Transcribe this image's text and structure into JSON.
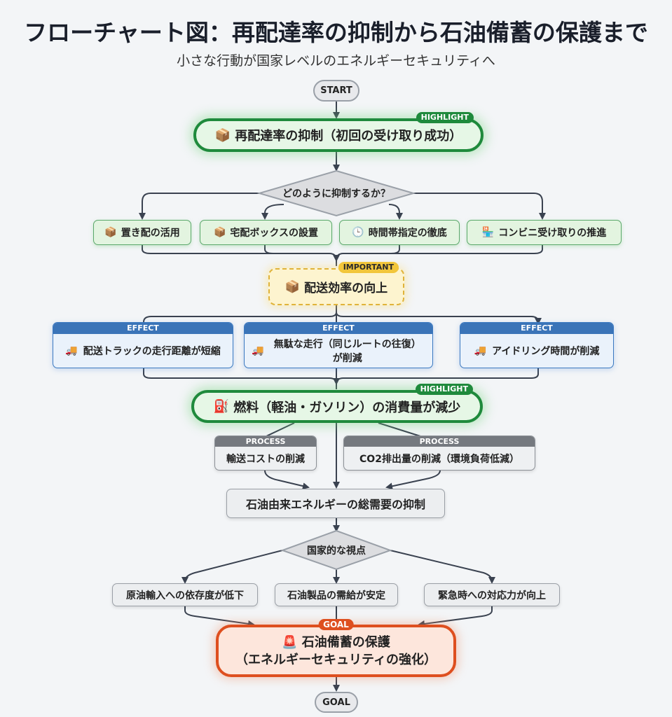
{
  "title": "フローチャート図：再配達率の抑制から石油備蓄の保護まで",
  "subtitle": "小さな行動が国家レベルのエネルギーセキュリティへ",
  "colors": {
    "highlight": "#1f8a3c",
    "important": "#f2c63b",
    "effect": "#3a74b8",
    "process": "#75797f",
    "goal": "#de4f1f",
    "background": "#f3f5f7"
  },
  "start": {
    "label": "START"
  },
  "step1": {
    "tag": "HIGHLIGHT",
    "icon": "package-icon",
    "glyph": "📦",
    "label": "再配達率の抑制（初回の受け取り成功）"
  },
  "decision1": {
    "label": "どのように抑制するか？"
  },
  "options": [
    {
      "icon": "person-package-icon",
      "glyph": "📦",
      "label": "置き配の活用"
    },
    {
      "icon": "package-icon",
      "glyph": "📦",
      "label": "宅配ボックスの設置"
    },
    {
      "icon": "clock-icon",
      "glyph": "🕒",
      "label": "時間帯指定の徹底"
    },
    {
      "icon": "convenience-store-icon",
      "glyph": "🏪",
      "label": "コンビニ受け取りの推進"
    }
  ],
  "step2": {
    "tag": "IMPORTANT",
    "icon": "box-icon",
    "glyph": "📦",
    "label": "配送効率の向上"
  },
  "effects": [
    {
      "tag": "EFFECT",
      "icon": "truck-icon",
      "glyph": "🚚",
      "label": "配送トラックの走行距離が短縮"
    },
    {
      "tag": "EFFECT",
      "icon": "truck-icon",
      "glyph": "🚚",
      "label": "無駄な走行（同じルートの往復）が削減"
    },
    {
      "tag": "EFFECT",
      "icon": "truck-icon",
      "glyph": "🚚",
      "label": "アイドリング時間が削減"
    }
  ],
  "step3": {
    "tag": "HIGHLIGHT",
    "icon": "fuel-pump-icon",
    "glyph": "⛽",
    "label": "燃料（軽油・ガソリン）の消費量が減少"
  },
  "processes": [
    {
      "tag": "PROCESS",
      "label": "輸送コストの削減"
    },
    {
      "tag": "PROCESS",
      "label": "CO2排出量の削減（環境負荷低減）"
    }
  ],
  "step4": {
    "label": "石油由来エネルギーの総需要の抑制"
  },
  "decision2": {
    "label": "国家的な視点"
  },
  "outcomes": [
    {
      "label": "原油輸入への依存度が低下"
    },
    {
      "label": "石油製品の需給が安定"
    },
    {
      "label": "緊急時への対応力が向上"
    }
  ],
  "goal": {
    "tag": "GOAL",
    "icon": "alarm-icon",
    "glyph": "🚨",
    "line1": "石油備蓄の保護",
    "line2": "（エネルギーセキュリティの強化）"
  },
  "end": {
    "label": "GOAL"
  }
}
